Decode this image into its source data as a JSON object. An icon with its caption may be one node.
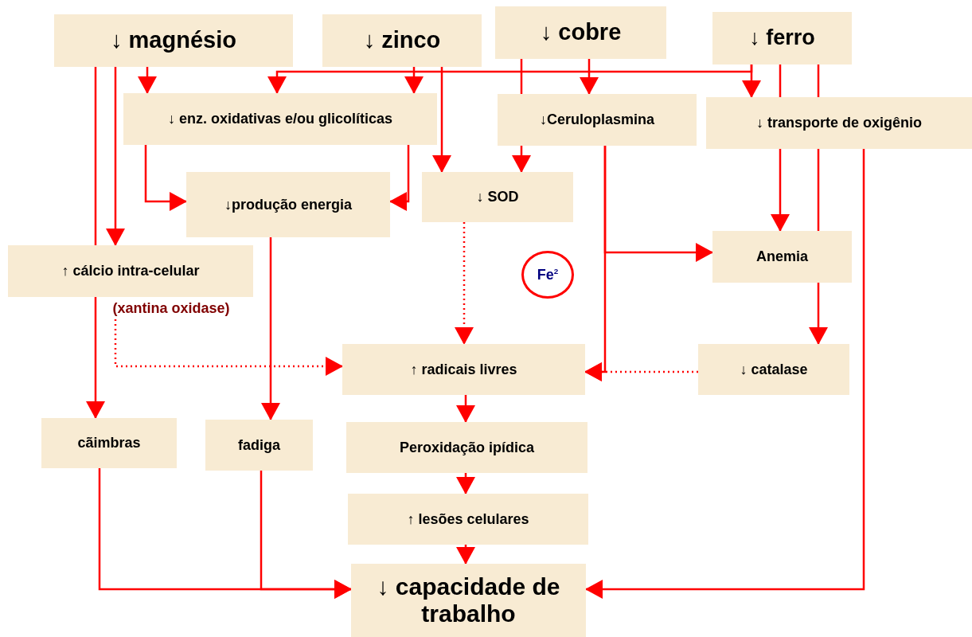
{
  "diagram": {
    "nodes": [
      {
        "text": [
          "↓ magnésio"
        ]
      },
      {
        "text": [
          "↓ zinco"
        ]
      },
      {
        "text": [
          "↓ cobre"
        ]
      },
      {
        "text": [
          "↓ ferro"
        ]
      },
      {
        "text": [
          "↓ enz. oxidativas e/ou glicolíticas"
        ]
      },
      {
        "text": [
          "↓Ceruloplasmina"
        ]
      },
      {
        "text": [
          "↓ transporte de oxigênio"
        ]
      },
      {
        "text": [
          "↓produção energia"
        ]
      },
      {
        "text": [
          "↓ SOD"
        ]
      },
      {
        "text": [
          "↑ cálcio intra-celular"
        ]
      },
      {
        "text": [
          "(xantina oxidase)"
        ]
      },
      {
        "text": [
          "Fe$^{2}$"
        ]
      },
      {
        "text": [
          "Anemia"
        ]
      },
      {
        "text": [
          "↑ radicais livres"
        ]
      },
      {
        "text": [
          "↓ catalase"
        ]
      },
      {
        "text": [
          "cãimbras"
        ]
      },
      {
        "text": [
          "fadiga"
        ]
      },
      {
        "text": [
          "Peroxidação ipídica"
        ]
      },
      {
        "text": [
          "↑ lesões celulares"
        ]
      },
      {
        "text": [
          "↓ capacidade de trabalho"
        ]
      }
    ],
    "edges": [
      {
        "from": 0,
        "to": 4,
        "arrow": "to"
      },
      {
        "from": 0,
        "to": 9,
        "arrow": "to"
      },
      {
        "from": 0,
        "to": 9,
        "arrow": "none"
      },
      {
        "from": 9,
        "to": 15,
        "arrow": "to"
      },
      {
        "from": 1,
        "to": 4,
        "arrow": "to"
      },
      {
        "from": 3,
        "to": 4,
        "arrow": "to"
      },
      {
        "from": 3,
        "to": 6,
        "arrow": "to"
      },
      {
        "from": 2,
        "to": 5,
        "arrow": "to"
      },
      {
        "from": 2,
        "to": 5,
        "arrow": "none"
      },
      {
        "from": 1,
        "to": 8,
        "arrow": "to"
      },
      {
        "from": 5,
        "to": 8,
        "arrow": "to"
      },
      {
        "from": 4,
        "to": 7,
        "arrow": "to"
      },
      {
        "from": 4,
        "to": 7,
        "arrow": "to"
      },
      {
        "from": 7,
        "to": 16,
        "arrow": "to"
      },
      {
        "from": 8,
        "to": 13,
        "arrow": "to",
        "style": "dashed"
      },
      {
        "from": 10,
        "to": 13,
        "arrow": "to",
        "style": "dashed"
      },
      {
        "from": 5,
        "to": 12,
        "arrow": "to"
      },
      {
        "from": 5,
        "to": 13,
        "arrow": "to"
      },
      {
        "from": 14,
        "to": 13,
        "arrow": "to",
        "style": "dashed"
      },
      {
        "from": 3,
        "to": 6,
        "arrow": "none"
      },
      {
        "from": 6,
        "to": 12,
        "arrow": "to"
      },
      {
        "from": 3,
        "to": 6,
        "arrow": "none"
      },
      {
        "from": 6,
        "to": 12,
        "arrow": "none"
      },
      {
        "from": 12,
        "to": 14,
        "arrow": "to"
      },
      {
        "from": 6,
        "to": 19,
        "arrow": "to"
      },
      {
        "from": 13,
        "to": 17,
        "arrow": "to"
      },
      {
        "from": 17,
        "to": 18,
        "arrow": "to"
      },
      {
        "from": 18,
        "to": 19,
        "arrow": "to"
      },
      {
        "from": 15,
        "to": 19,
        "arrow": "to"
      },
      {
        "from": 16,
        "to": 19,
        "arrow": "to"
      }
    ]
  }
}
